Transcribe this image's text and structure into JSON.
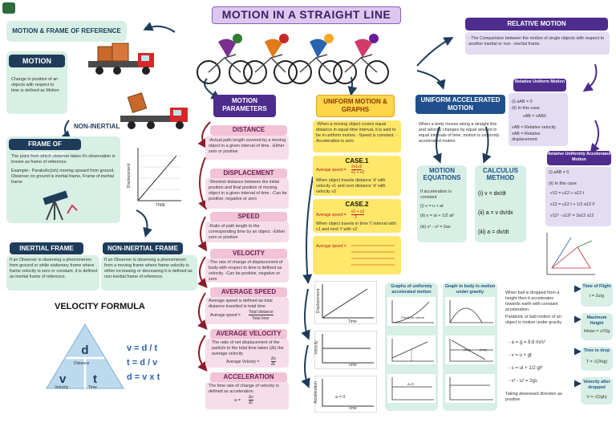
{
  "title": "MOTION IN A STRAIGHT LINE",
  "left": {
    "motion_frame_heading": "MOTION & FRAME OF REFERENCE",
    "motion_heading": "MOTION",
    "motion_text": "Change in position of an objects with respect to time is defined as Motion",
    "non_inertial_label": "NON-INERTIAL",
    "frame_heading": "FRAME OF REFERENCE",
    "frame_text": "The point from which observer takes it's observation is known as frame of reference.",
    "frame_example": "Example:- Parabolic(ish) moving upward from ground, Observer on ground is inertial frame, Frame of inertial frame",
    "graph_ylabel": "Displacement",
    "graph_xlabel": "TIME",
    "inertial_heading": "INERTIAL FRAME",
    "inertial_text": "If an Observer is observing a phenomenon from ground or while stationary frame where frame velocity is zero or constant, it is defined as inertial frame of reference.",
    "noninertial_heading": "NON-INERTIAL FRAME",
    "noninertial_text": "If an Observer is observing a phenomenon from a moving frame where frame velocity is either increasing or decreasing it is defined as non-inertial frame of reference.",
    "velocity_formula_heading": "VELOCITY FORMULA",
    "triangle": {
      "d": "d",
      "d_label": "Distance",
      "v": "v",
      "v_label": "Velocity",
      "t": "t",
      "t_label": "Time"
    },
    "formulas": [
      "v = d / t",
      "t = d / v",
      "d = v x t"
    ]
  },
  "parameters": {
    "heading": "MOTION PARAMETERS",
    "distance": {
      "heading": "DISTANCE",
      "text": "-Actual path length covered by a moving object in a given interval of time. -Either zero or positive"
    },
    "displacement": {
      "heading": "DISPLACEMENT",
      "text": "-Shortest distance between the initial position and final position of moving object in a given interval of time. -Can be positive, negative or zero"
    },
    "speed": {
      "heading": "SPEED",
      "text": "-Ratio of path length to the corresponding time by an object. -Either zero or positive"
    },
    "velocity": {
      "heading": "VELOCITY",
      "text": "-The rate of change of displacement of body with respect to time is defined as velocity. -Can be positive, negative or zero"
    },
    "average_speed": {
      "heading": "AVERAGE SPEED",
      "text": "Average speed is defined as total distance travelled in total time",
      "formula_lhs": "Average speed =",
      "formula_num": "Total distance",
      "formula_den": "Total time"
    },
    "average_velocity": {
      "heading": "AVERAGE VELOCITY",
      "text": "The ratio of net displacement of the particle to the total time taken (Δt) the average velocity",
      "formula": "Average Velocity =",
      "formula_num": "Δx",
      "formula_den": "Δt"
    },
    "acceleration": {
      "heading": "ACCELERATION",
      "text": "The time rate of change of velocity is defined as acceleration.",
      "formula": "a =",
      "formula_num": "Δv",
      "formula_den": "Δt"
    }
  },
  "uniform": {
    "heading": "UNIFORM MOTION & GRAPHS",
    "intro": "-When a moving object covers equal distance in equal time interval, it is said to be in uniform motion. -Speed is constant. -Acceleration is zero",
    "case1_heading": "CASE.1",
    "case1_formula": "Average speed =",
    "case1_num": "2v1v2",
    "case1_den": "v1 + v2",
    "case1_text": "When object travels distance 'd' with velocity v1 and next distance 'd' with velocity v2",
    "case2_heading": "CASE.2",
    "case2_formula": "Average speed =",
    "case2_num": "v1 + v2",
    "case2_den": "2",
    "case2_text": "When object travels in time 't' interval with v1 and next 't' with v2",
    "avg_speed_formula": "Average speed =",
    "graph1_ylabel": "Displacement",
    "graph1_xlabel": "Time",
    "graph2_ylabel": "Velocity",
    "graph2_xlabel": "Time",
    "graph3_ylabel": "Acceleration",
    "graph3_xlabel": "Time",
    "graph3_value": "a = 0"
  },
  "accelerated": {
    "heading": "UNIFORM ACCELERATED MOTION",
    "intro": "When a body moves along a straight line and velocity changes by equal amount in equal intervals of time, motion is uniformly accelerated motion",
    "equations_heading": "MOTION EQUATIONS",
    "equations": [
      "If acceleration is constant",
      "(i) v = u + at",
      "(ii) s = ut + 1/2 at²",
      "(iii) v² - u² = 2as"
    ],
    "calculus_heading": "CALCULUS METHOD",
    "calculus": [
      "(i)  v = dx/dt",
      "(ii)  a = v dv/dx",
      "(iii)  a = dv/dt"
    ],
    "graph_a_heading": "Graphs of uniformly accelerated motion",
    "graph_a_labels": [
      "Parabolic nature",
      "a=0"
    ],
    "graph_b_heading": "Graph to body in motion under gravity",
    "graph_b_labels": [
      "(a,g)",
      "(tmp)"
    ],
    "gravity_text": "When ball is dropped from a height then it accelerates towards earth with constant acceleration.",
    "gravity_text2": "Parabolic or ball motion of an object is motion under gravity",
    "gravity_eq": [
      "- a = g = 9.8 m/s²",
      "- v = u + gt",
      "- s = ut + 1/2 gt²",
      "- v² - u² = 2gs"
    ],
    "gravity_note": "Taking downward direction as positive"
  },
  "relative": {
    "heading": "RELATIVE MOTION",
    "text": "- The Comparision between the motion of single objects with respect to another inertial or non - inertial frame.",
    "uniform_heading": "Relative Uniform Motion",
    "uniform_lines": [
      "(i) aAB = 0",
      "(ii) In this case",
      "vAB = xAB/t",
      "vAB = Relative velocity",
      "xAB = Relative displacement"
    ],
    "accel_heading": "Relative Uniformly Accelerated Motion",
    "accel_lines": [
      "(i) aAB ≠ 0",
      "(ii) In this case",
      "v12 = u12 + a12 t",
      "s12 = u12 t + 1/2 a12 t²",
      "v12² - u12² = 2a12 s12"
    ],
    "time_of_flight_heading": "Time of Flight",
    "time_of_flight": "t = 2u/g",
    "max_height_heading": "Maximum Height",
    "max_height": "Hmax = u²/2g",
    "time_to_drop_heading": "Time to drop",
    "time_to_drop": "T = √(2h/g)",
    "velocity_ground_heading": "Velocity after dropped",
    "velocity_ground": "V = √(2gh)"
  }
}
